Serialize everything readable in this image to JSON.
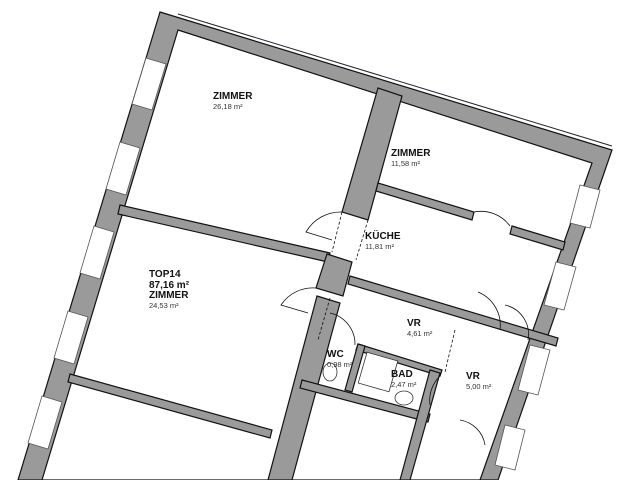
{
  "apartment": {
    "name": "TOP14",
    "total_area": "87,16 m²"
  },
  "rooms": [
    {
      "name": "ZIMMER",
      "area": "26,18 m²"
    },
    {
      "name": "ZIMMER",
      "area": "11,58 m²"
    },
    {
      "name": "KÜCHE",
      "area": "11,81 m²"
    },
    {
      "name": "ZIMMER",
      "area": "24,53 m²"
    },
    {
      "name": "VR",
      "area": "4,61 m²"
    },
    {
      "name": "WC",
      "area": "0,98 m²"
    },
    {
      "name": "BAD",
      "area": "2,47 m²"
    },
    {
      "name": "VR",
      "area": "5,00 m²"
    }
  ],
  "colors": {
    "wall": "#9a9a9a",
    "outline": "#111111",
    "background": "#ffffff"
  }
}
